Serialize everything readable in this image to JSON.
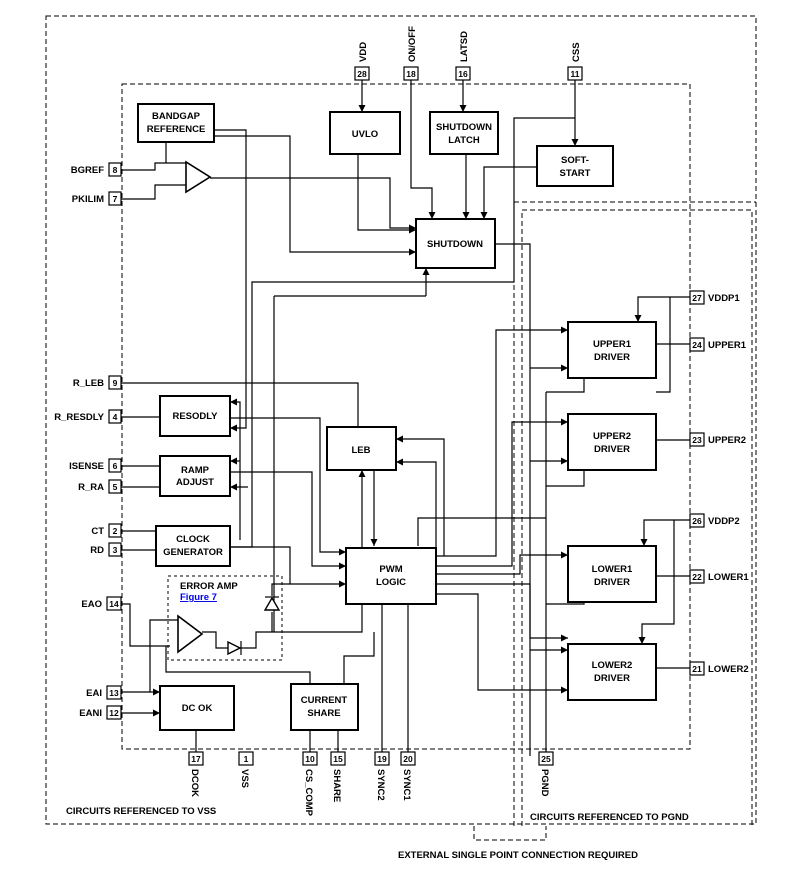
{
  "blocks": {
    "bandgap": [
      "BANDGAP",
      "REFERENCE"
    ],
    "uvlo": "UVLO",
    "shutdown_latch": [
      "SHUTDOWN",
      "LATCH"
    ],
    "soft_start": [
      "SOFT-",
      "START"
    ],
    "shutdown": "SHUTDOWN",
    "resodly": "RESODLY",
    "ramp_adjust": [
      "RAMP",
      "ADJUST"
    ],
    "clock_generator": [
      "CLOCK",
      "GENERATOR"
    ],
    "leb": "LEB",
    "pwm_logic": [
      "PWM",
      "LOGIC"
    ],
    "dc_ok": "DC OK",
    "current_share": [
      "CURRENT",
      "SHARE"
    ],
    "upper1_driver": [
      "UPPER1",
      "DRIVER"
    ],
    "upper2_driver": [
      "UPPER2",
      "DRIVER"
    ],
    "lower1_driver": [
      "LOWER1",
      "DRIVER"
    ],
    "lower2_driver": [
      "LOWER2",
      "DRIVER"
    ]
  },
  "error_amp": {
    "label": "ERROR AMP",
    "link": "Figure 7"
  },
  "pins_left": [
    {
      "name": "BGREF",
      "num": "8"
    },
    {
      "name": "PKILIM",
      "num": "7"
    },
    {
      "name": "R_LEB",
      "num": "9"
    },
    {
      "name": "R_RESDLY",
      "num": "4"
    },
    {
      "name": "ISENSE",
      "num": "6"
    },
    {
      "name": "R_RA",
      "num": "5"
    },
    {
      "name": "CT",
      "num": "2"
    },
    {
      "name": "RD",
      "num": "3"
    },
    {
      "name": "EAO",
      "num": "14"
    },
    {
      "name": "EAI",
      "num": "13"
    },
    {
      "name": "EANI",
      "num": "12"
    }
  ],
  "pins_top": [
    {
      "name": "VDD",
      "num": "28"
    },
    {
      "name": "ON/OFF",
      "num": "18"
    },
    {
      "name": "LATSD",
      "num": "16"
    },
    {
      "name": "CSS",
      "num": "11"
    }
  ],
  "pins_right": [
    {
      "name": "VDDP1",
      "num": "27"
    },
    {
      "name": "UPPER1",
      "num": "24"
    },
    {
      "name": "UPPER2",
      "num": "23"
    },
    {
      "name": "VDDP2",
      "num": "26"
    },
    {
      "name": "LOWER1",
      "num": "22"
    },
    {
      "name": "LOWER2",
      "num": "21"
    }
  ],
  "pins_bottom": [
    {
      "name": "DCOK",
      "num": "17"
    },
    {
      "name": "VSS",
      "num": "1"
    },
    {
      "name": "CS_COMP",
      "num": "10"
    },
    {
      "name": "SHARE",
      "num": "15"
    },
    {
      "name": "SYNC2",
      "num": "19"
    },
    {
      "name": "SYNC1",
      "num": "20"
    },
    {
      "name": "PGND",
      "num": "25"
    }
  ],
  "notes": {
    "vss_region": "CIRCUITS REFERENCED TO VSS",
    "pgnd_region": "CIRCUITS REFERENCED TO PGND",
    "connection": "EXTERNAL SINGLE POINT CONNECTION REQUIRED"
  }
}
